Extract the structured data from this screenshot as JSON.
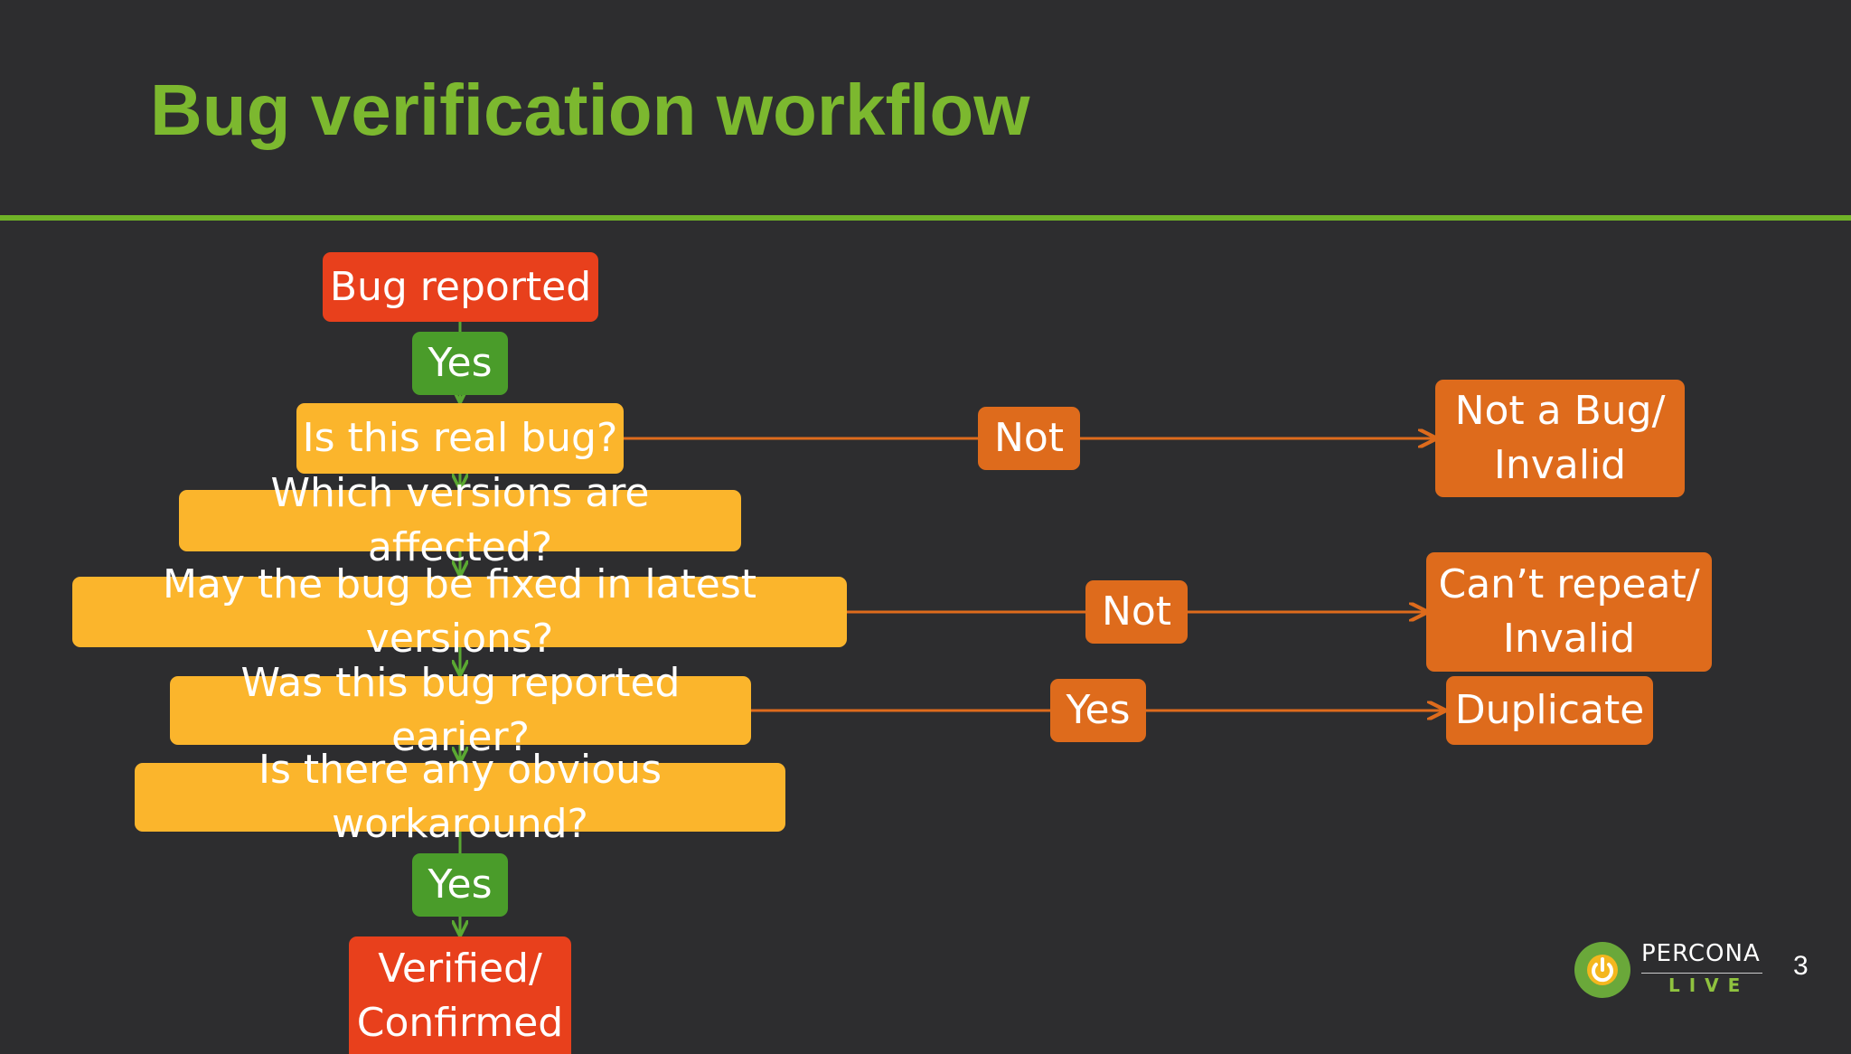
{
  "title": "Bug verification workflow",
  "colors": {
    "title": "#7cb82f",
    "rule": "#6fb327",
    "start_end": "#e8401c",
    "yes_label": "#4a9c2a",
    "question": "#fbb52c",
    "outcome": "#de6b1c",
    "main_edge": "#5aa832",
    "side_edge": "#de6b1c"
  },
  "nodes": {
    "start": "Bug reported",
    "yes_top": "Yes",
    "q_real": "Is this real bug?",
    "q_versions": "Which versions are affected?",
    "q_fixed": "May the bug be fixed in latest versions?",
    "q_earlier": "Was this bug reported earier?",
    "q_workaround": "Is there any obvious workaround?",
    "yes_bottom": "Yes",
    "end": "Verified/\nConfirmed",
    "branch_not_1": "Not",
    "branch_not_2": "Not",
    "branch_yes": "Yes",
    "out_invalid": "Not a Bug/\nInvalid",
    "out_cant_repeat": "Can’t repeat/\nInvalid",
    "out_duplicate": "Duplicate"
  },
  "footer": {
    "logo_name": "PERCONA",
    "logo_sub": "LIVE",
    "logo_icon": "power-icon",
    "page_number": "3"
  }
}
